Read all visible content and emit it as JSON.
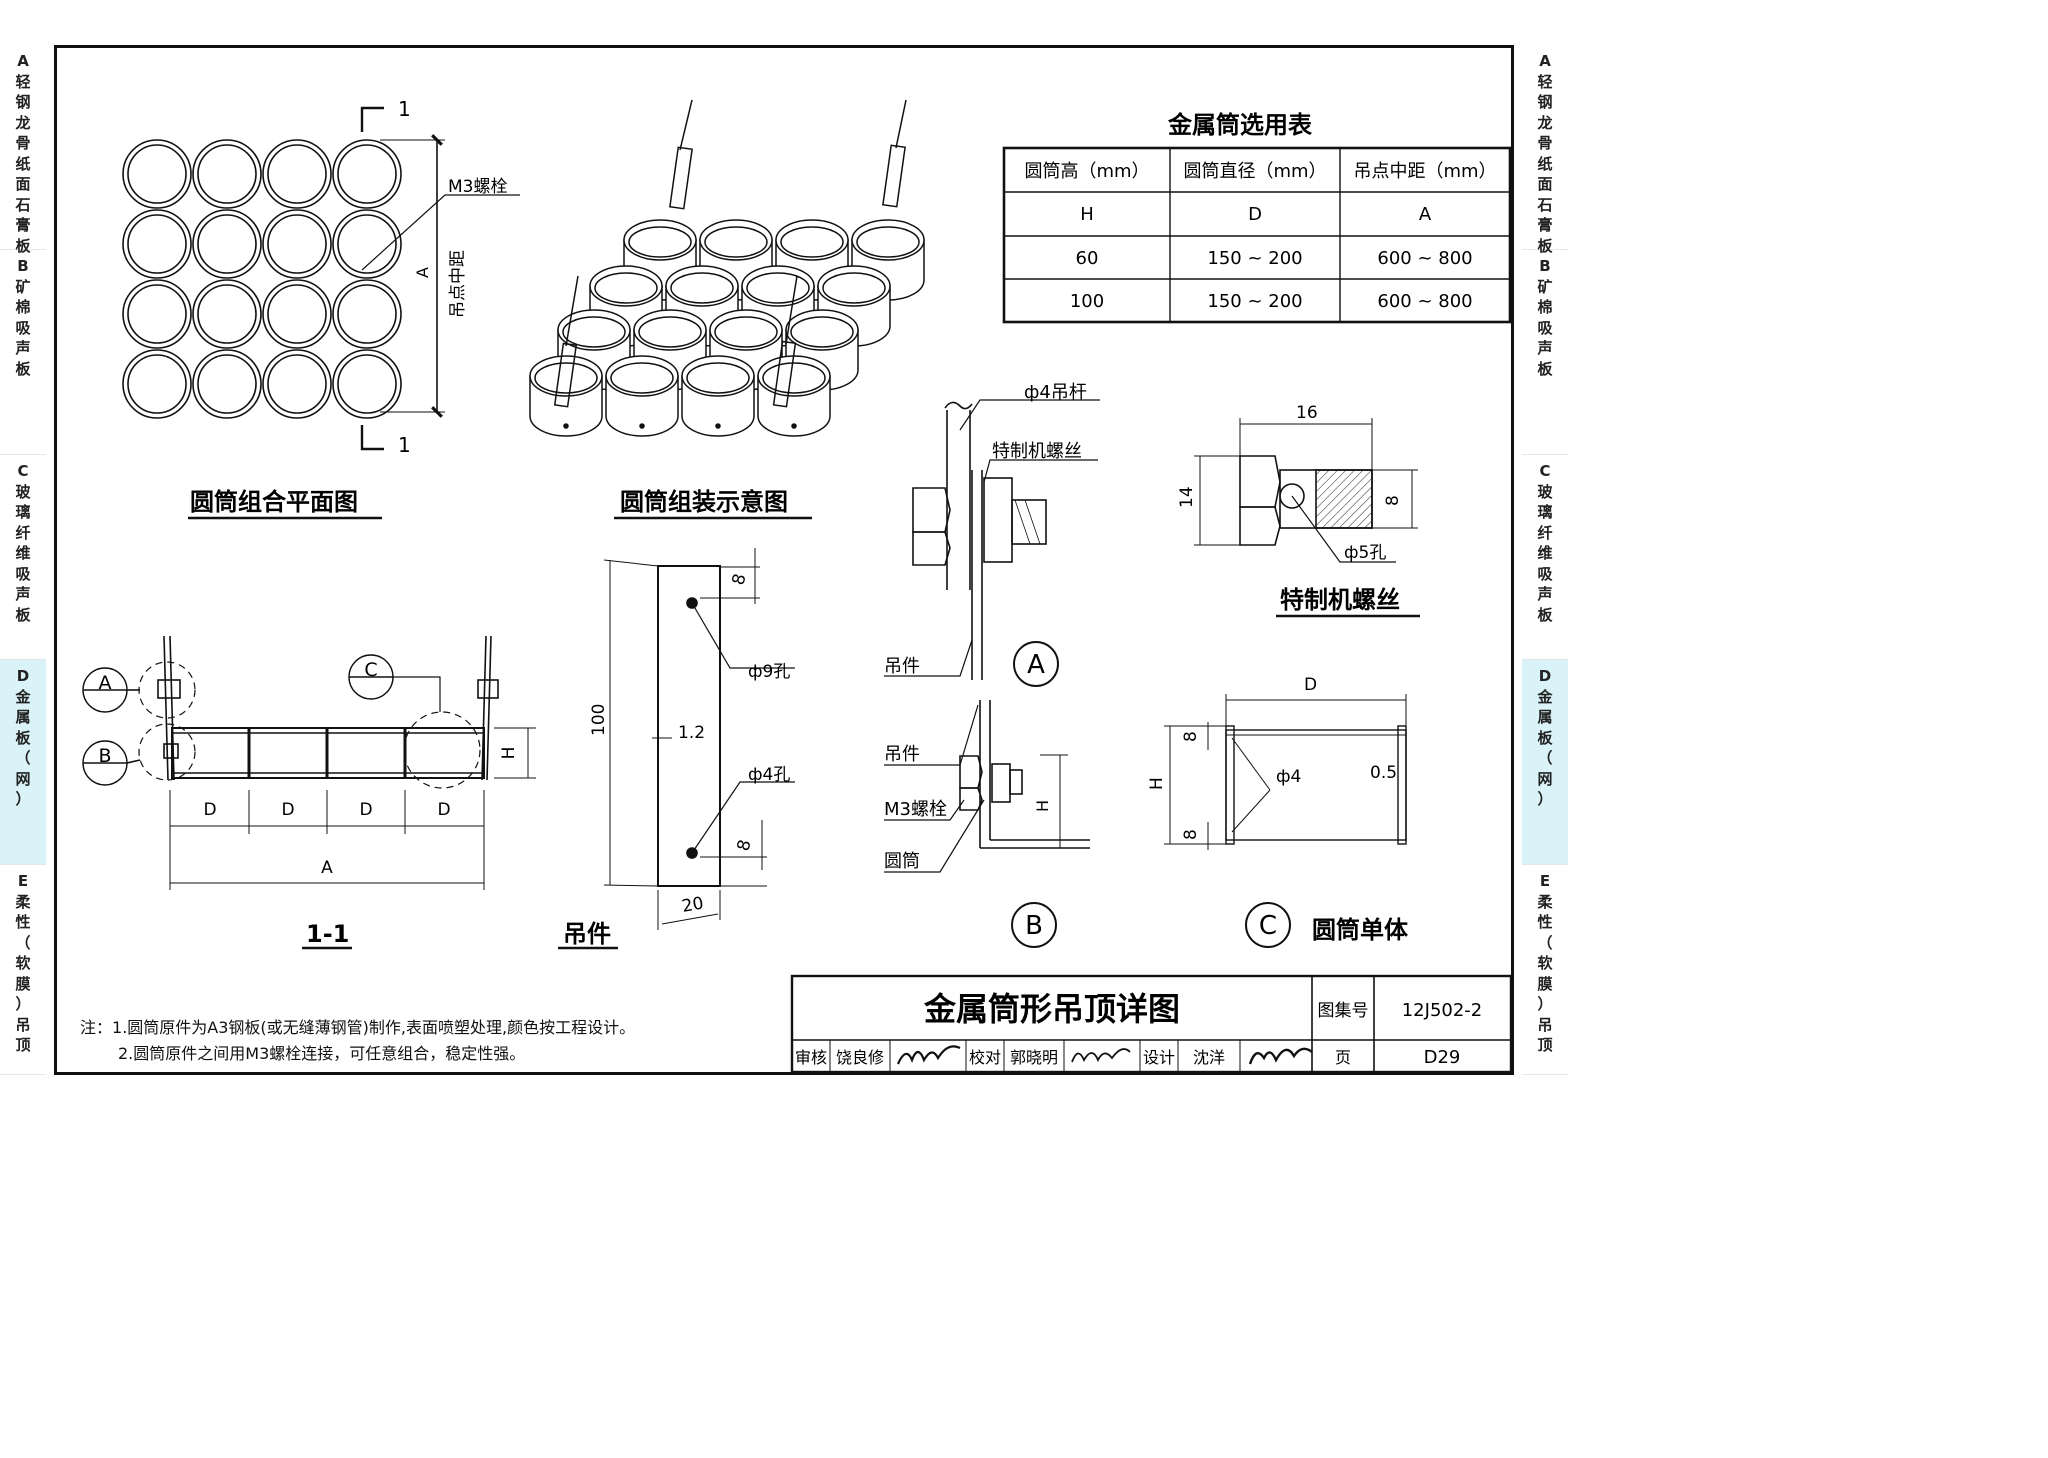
{
  "side_tabs": [
    {
      "letter": "A",
      "label": "轻钢龙骨纸面石膏板",
      "active": false
    },
    {
      "letter": "B",
      "label": "矿棉吸声板",
      "active": false
    },
    {
      "letter": "C",
      "label": "玻璃纤维吸声板",
      "active": false
    },
    {
      "letter": "D",
      "label": "金属板（网）",
      "active": true
    },
    {
      "letter": "E",
      "label": "柔性（软膜）吊顶",
      "active": false
    }
  ],
  "plan_view": {
    "title": "圆筒组合平面图",
    "section_mark": "1",
    "bolt_label": "M3螺栓",
    "dim_a": "A",
    "dim_a_text": "吊点中距"
  },
  "assembly_view": {
    "title": "圆筒组装示意图"
  },
  "selection_table": {
    "title": "金属筒选用表",
    "headers": [
      "圆筒高（mm）",
      "圆筒直径（mm）",
      "吊点中距（mm）"
    ],
    "symbols": [
      "H",
      "D",
      "A"
    ],
    "rows": [
      [
        "60",
        "150 ~ 200",
        "600 ~ 800"
      ],
      [
        "100",
        "150 ~ 200",
        "600 ~ 800"
      ]
    ]
  },
  "section_view": {
    "title": "1-1",
    "callout_a": "A",
    "callout_b": "B",
    "callout_c": "C",
    "callout_sub": "—",
    "dim_d": "D",
    "dim_a": "A",
    "dim_h": "H"
  },
  "hanger_view": {
    "title": "吊件",
    "dim_height": "100",
    "dim_width": "20",
    "dim_thick": "1.2",
    "dim_edge": "8",
    "hole_large": "ф9孔",
    "hole_small": "ф4孔"
  },
  "detail_a": {
    "rod_label": "ф4吊杆",
    "screw_label": "特制机螺丝",
    "hanger_label": "吊件",
    "marker": "A"
  },
  "detail_b": {
    "hanger_label": "吊件",
    "bolt_label": "M3螺栓",
    "tube_label": "圆筒",
    "dim_h": "H",
    "marker": "B"
  },
  "special_screw": {
    "title": "特制机螺丝",
    "dim_length": "16",
    "dim_head": "14",
    "dim_shank": "8",
    "hole_label": "ф5孔"
  },
  "detail_c": {
    "marker": "C",
    "title": "圆筒单体",
    "dim_d": "D",
    "dim_h": "H",
    "dim_edge": "8",
    "hole_label": "ф4",
    "dim_thick": "0.5"
  },
  "notes": {
    "prefix": "注：",
    "line1": "1.圆筒原件为A3钢板(或无缝薄钢管)制作,表面喷塑处理,颜色按工程设计。",
    "line2": "2.圆筒原件之间用M3螺栓连接，可任意组合，稳定性强。"
  },
  "title_block": {
    "drawing_title": "金属筒形吊顶详图",
    "atlas_label": "图集号",
    "atlas_no": "12J502-2",
    "review_label": "审核",
    "review_name": "饶良修",
    "check_label": "校对",
    "check_name": "郭晓明",
    "design_label": "设计",
    "design_name": "沈洋",
    "page_label": "页",
    "page_no": "D29"
  }
}
